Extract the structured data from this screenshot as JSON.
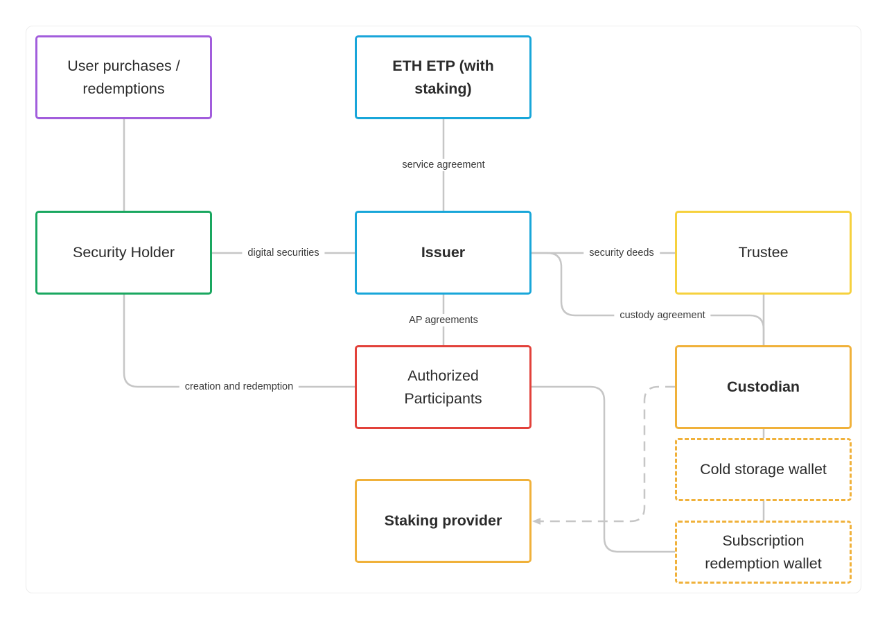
{
  "colors": {
    "purple": "#a25ddc",
    "cyan": "#18a6d9",
    "green": "#1aa760",
    "red": "#e2413a",
    "yellow": "#f6d13d",
    "orange": "#f0b13a",
    "edge": "#c6c6c6"
  },
  "nodes": {
    "user_purchases": {
      "label": "User purchases / redemptions"
    },
    "eth_etp": {
      "label": "ETH ETP (with staking)"
    },
    "security_holder": {
      "label": "Security Holder"
    },
    "issuer": {
      "label": "Issuer"
    },
    "trustee": {
      "label": "Trustee"
    },
    "authorized_participants": {
      "label": "Authorized Participants"
    },
    "custodian": {
      "label": "Custodian"
    },
    "cold_storage": {
      "label": "Cold storage wallet"
    },
    "staking_provider": {
      "label": "Staking provider"
    },
    "subscription_wallet": {
      "label": "Subscription redemption wallet"
    }
  },
  "edges": {
    "service_agreement": "service agreement",
    "digital_securities": "digital securities",
    "security_deeds": "security deeds",
    "custody_agreement": "custody agreement",
    "ap_agreements": "AP agreements",
    "creation_redemption": "creation and redemption"
  }
}
